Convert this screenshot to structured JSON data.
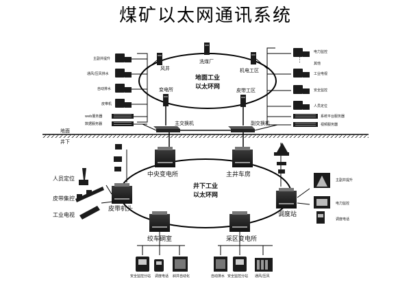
{
  "title": "煤矿以太网通讯系统",
  "rings": {
    "surface": [
      "地面工业",
      "以太环网"
    ],
    "underground": [
      "井下工业",
      "以太环网"
    ]
  },
  "surface_nodes": {
    "fengjing": "风井",
    "xiumeichang": "洗煤厂",
    "jidiangongqu": "机电工区",
    "biandiansuo": "变电所",
    "pidaigongqu": "皮带工区"
  },
  "switches": {
    "main": "主交换机",
    "backup": "副交换机"
  },
  "layers": {
    "ground": "地面",
    "underground": "井下"
  },
  "left_devices": [
    "主副井提升",
    "通风/压风排水",
    "自动排水",
    "皮带机",
    "web服务器",
    "数据服务器"
  ],
  "right_devices": [
    "电力监控",
    "其他",
    "工业电视",
    "安全监控",
    "人员定位",
    "系统平台服务器",
    "视频服务器"
  ],
  "ellipsis": "⋮",
  "underground_nodes": {
    "zhongyang": "中央变电所",
    "zhujing": "主井车房",
    "diaodu": "调度站",
    "jiaoche": "绞车硐室",
    "caiqu": "采区变电所",
    "pidaijitou": "皮带机头"
  },
  "left_underground": [
    "人员定位",
    "皮带集控",
    "工业电视"
  ],
  "right_underground": [
    "主副井提升",
    "电力监控",
    "调度电话"
  ],
  "bottom_jiaoche": [
    "安全监控分站",
    "调度电话",
    "斜井自动化"
  ],
  "bottom_caiqu": [
    "自动排水",
    "安全监控分站",
    "通风/压风"
  ]
}
